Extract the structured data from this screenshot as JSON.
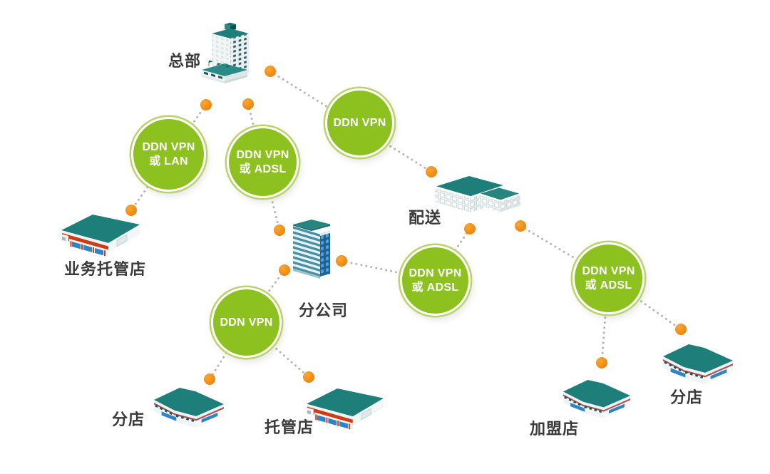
{
  "colors": {
    "background": "#ffffff",
    "vpn_circle_fill": "#8cc11f",
    "vpn_circle_ring": "#b9d468",
    "connector_dot": "#f7941e",
    "dotted_line": "#b5b5b5",
    "building_teal": "#1e7e79",
    "label_text": "#3a3a3a"
  },
  "nodes": {
    "hq": {
      "label": "总部"
    },
    "distribution": {
      "label": "配送"
    },
    "branch_company": {
      "label": "分公司"
    },
    "business_hosted_store": {
      "label": "业务托管店"
    },
    "branch_store_left": {
      "label": "分店"
    },
    "hosted_store": {
      "label": "托管店"
    },
    "franchise_store": {
      "label": "加盟店"
    },
    "branch_store_right": {
      "label": "分店"
    }
  },
  "links": {
    "hq_business_hosted": {
      "line1": "DDN VPN",
      "line2": "或 LAN"
    },
    "hq_branch_company": {
      "line1": "DDN VPN",
      "line2": "或 ADSL"
    },
    "hq_distribution": {
      "line1": "DDN VPN",
      "line2": ""
    },
    "branch_company_distribution": {
      "line1": "DDN VPN",
      "line2": "或 ADSL"
    },
    "branch_company_stores": {
      "line1": "DDN VPN",
      "line2": ""
    },
    "distribution_stores": {
      "line1": "DDN VPN",
      "line2": "或 ADSL"
    }
  }
}
